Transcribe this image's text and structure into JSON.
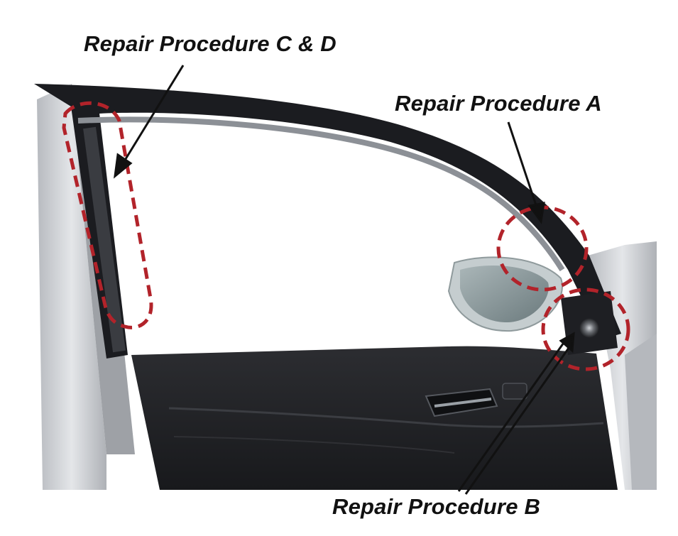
{
  "callouts": {
    "procedure_cd": "Repair Procedure C & D",
    "procedure_a": "Repair Procedure A",
    "procedure_b": "Repair Procedure B"
  },
  "colors": {
    "highlight_dash": "#b2232a",
    "arrow": "#111111",
    "door_panel": "#232326",
    "window_frame": "#1b1c20",
    "body_silver": "#c9cbcf"
  },
  "icons": {
    "mirror": "side-mirror-shape",
    "speaker": "tweeter-speaker-shape",
    "handle": "door-handle-shape"
  }
}
